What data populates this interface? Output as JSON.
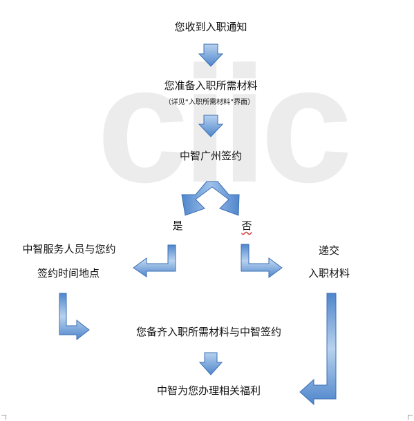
{
  "watermark": {
    "text": "ciic"
  },
  "nodes": {
    "start": "您收到入职通知",
    "prepare": "您准备入职所需材料",
    "prepare_note": "（详见“入职所需材料”界面）",
    "sign": "中智广州签约",
    "yes": "是",
    "no": "否",
    "staff_line1": "中智服务人员与您约",
    "staff_line2": "签约时间地点",
    "submit_line1": "递交",
    "submit_line2": "入职材料",
    "complete": "您备齐入职所需材料与中智签约",
    "benefits": "中智为您办理相关福利"
  },
  "colors": {
    "arrow_light": "#b8d2ef",
    "arrow_dark": "#4f86cc",
    "edge": "#3b6fb3",
    "watermark": "#ececec"
  }
}
